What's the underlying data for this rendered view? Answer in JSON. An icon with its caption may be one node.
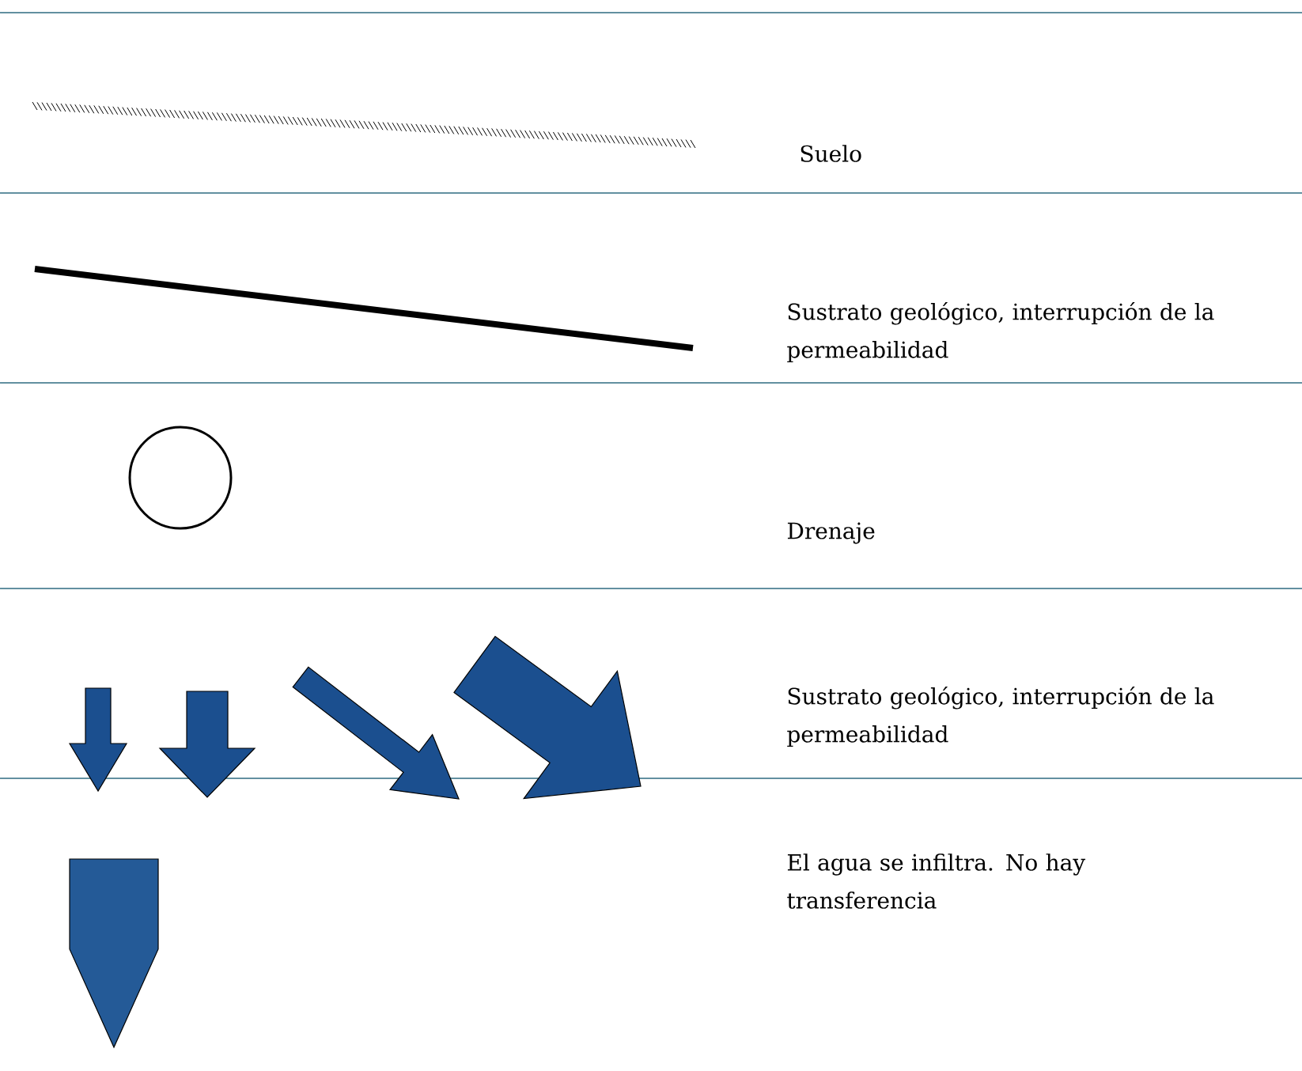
{
  "diagram": {
    "legend": [
      {
        "text": "Suelo"
      },
      {
        "text": "Sustrato geológico, interrupción de la permeabilidad"
      },
      {
        "text": "Drenaje"
      },
      {
        "text": "Sustrato geológico, interrupción de la permeabilidad"
      },
      {
        "text": "El agua se infiltra. No hay transferencia"
      }
    ]
  }
}
